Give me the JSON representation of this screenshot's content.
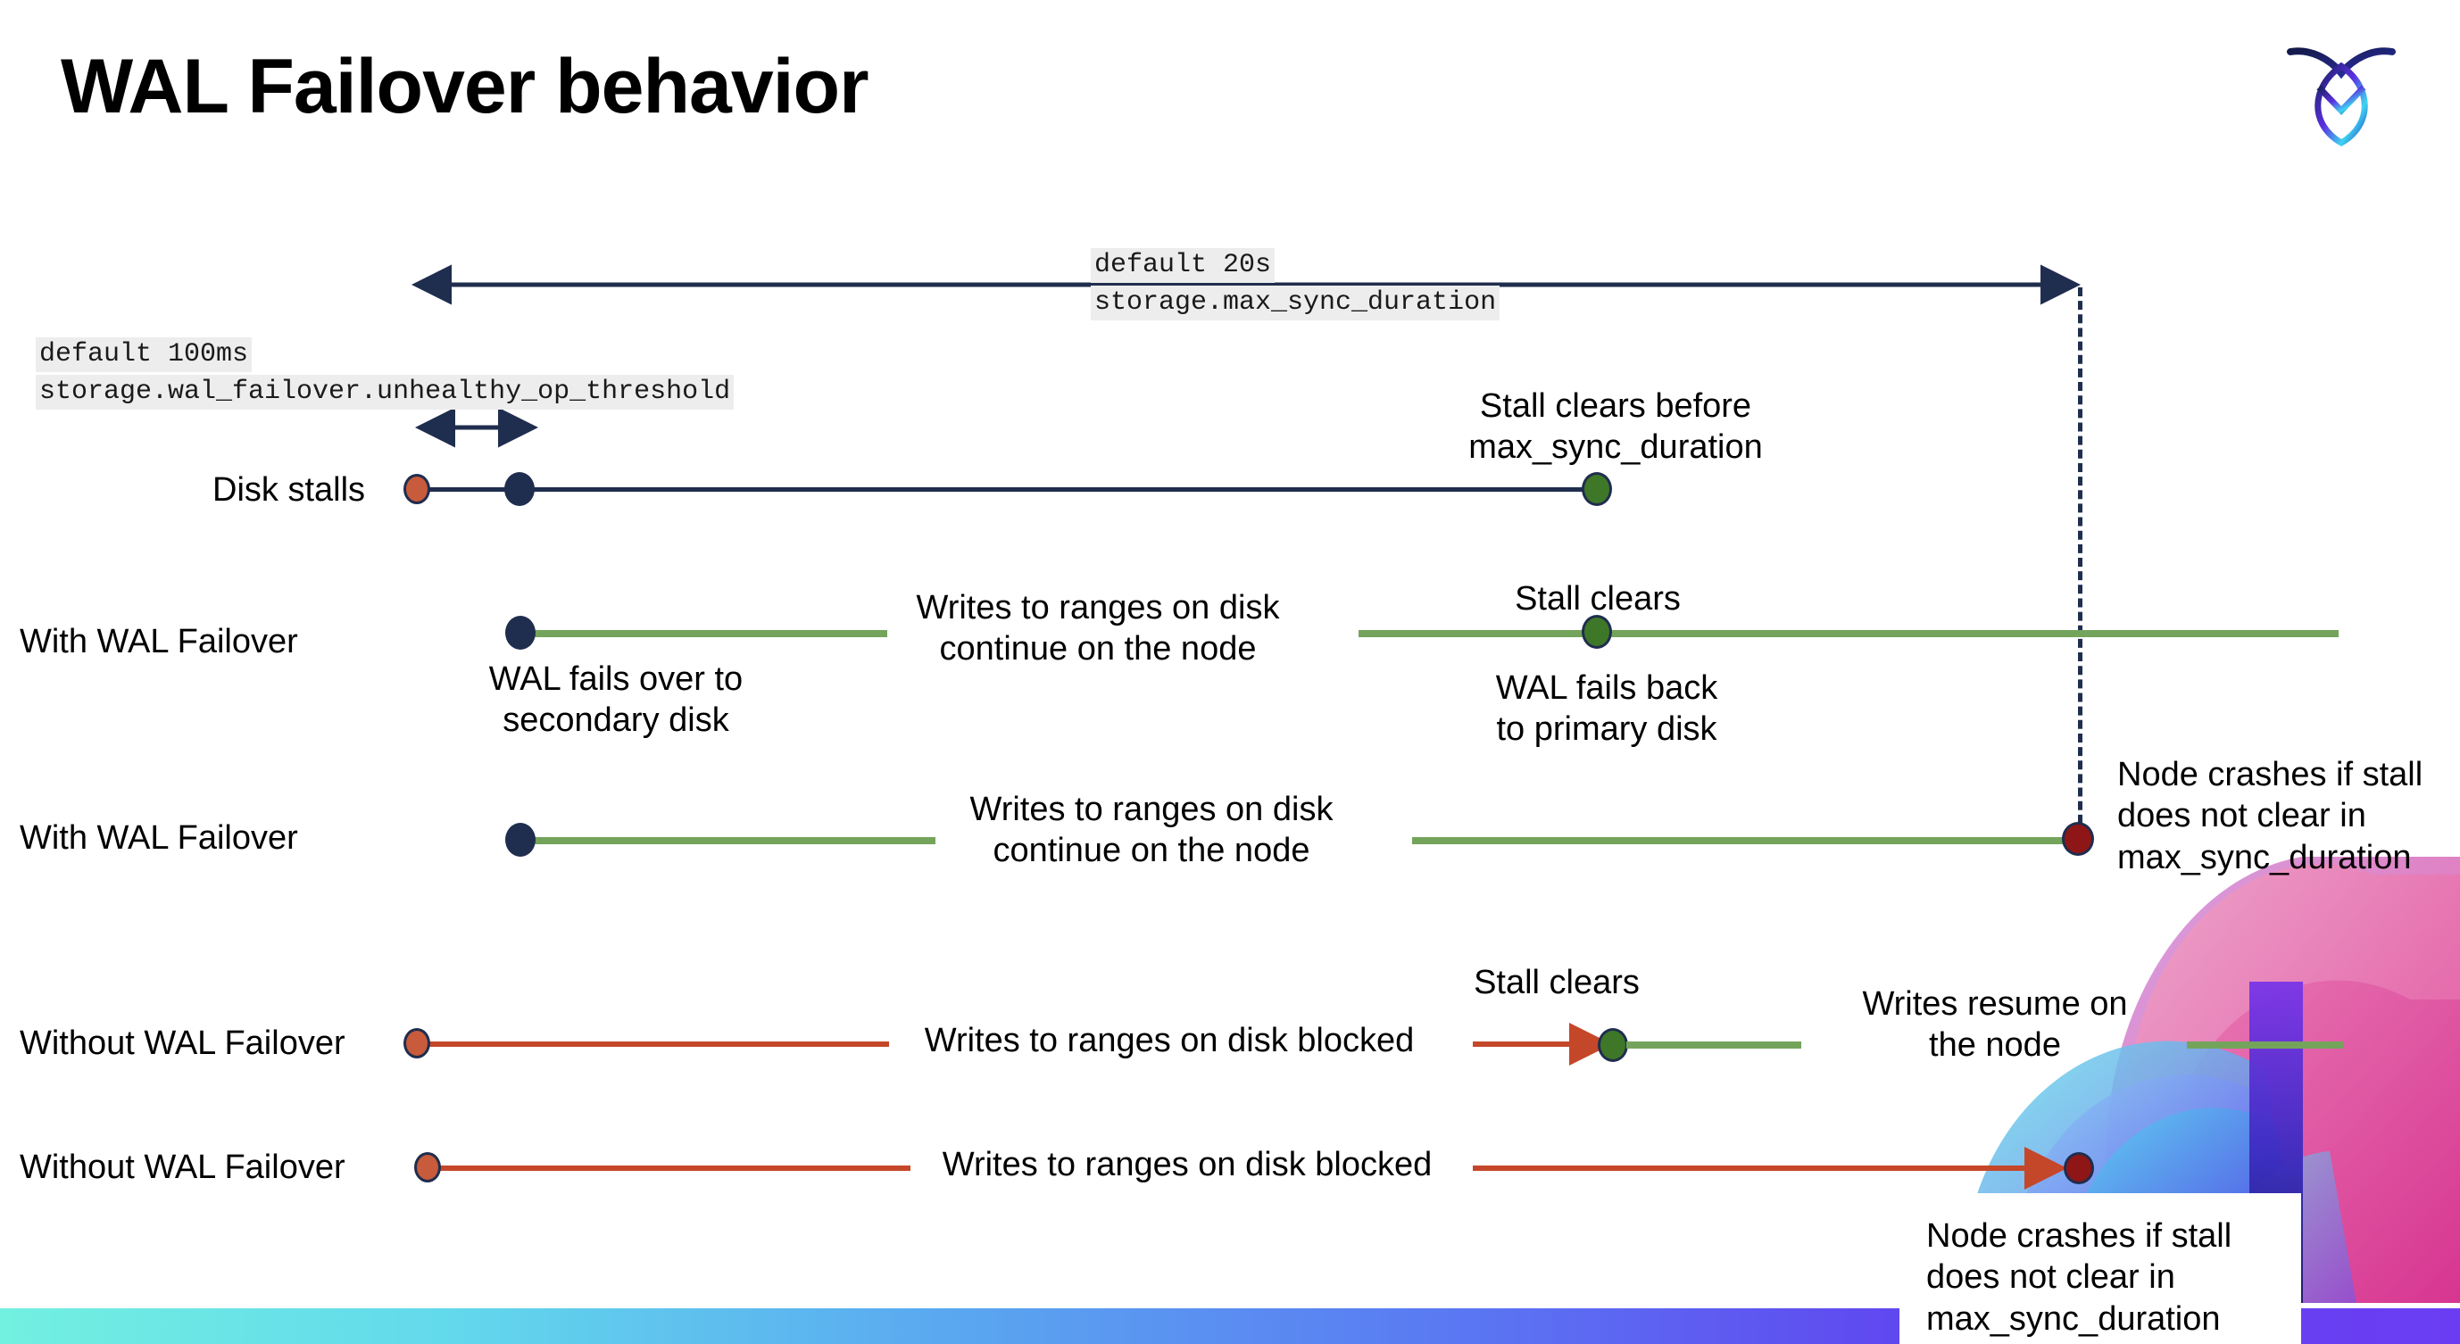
{
  "slide": {
    "title": "WAL Failover behavior",
    "logo_name": "cockroachdb-logo"
  },
  "config_labels": {
    "max_sync_duration": {
      "default": "default 20s",
      "setting": "storage.max_sync_duration"
    },
    "unhealthy_op_threshold": {
      "default": "default 100ms",
      "setting": "storage.wal_failover.unhealthy_op_threshold"
    }
  },
  "rows": [
    {
      "id": "disk-stalls",
      "label": "Disk stalls",
      "annotations": [
        "Stall clears before\nmax_sync_duration"
      ]
    },
    {
      "id": "with-wal-failover-1",
      "label": "With WAL Failover",
      "annotations": [
        "WAL fails over to\nsecondary disk",
        "Writes to ranges on disk\ncontinue on the node",
        "Stall clears",
        "WAL fails  back\nto primary disk"
      ]
    },
    {
      "id": "with-wal-failover-2",
      "label": "With WAL Failover",
      "annotations": [
        "Writes to ranges on disk\ncontinue on the node",
        "Node crashes if stall\ndoes not clear in\nmax_sync_duration"
      ]
    },
    {
      "id": "without-wal-failover-1",
      "label": "Without WAL Failover",
      "annotations": [
        "Writes to ranges on disk  blocked",
        "Stall clears",
        "Writes resume on\nthe node"
      ]
    },
    {
      "id": "without-wal-failover-2",
      "label": "Without WAL Failover",
      "annotations": [
        "Writes to ranges on disk  blocked",
        "Node crashes if stall\ndoes not clear in\nmax_sync_duration"
      ]
    }
  ],
  "colors": {
    "navy": "#1f2d4e",
    "green_line": "#74a45c",
    "red_line": "#c5472a",
    "dot_orange": "#c75b3b",
    "dot_green": "#3f7729",
    "dot_red": "#8f1616",
    "mono_bg": "#ededed",
    "strip_start": "#72f0e0",
    "strip_end": "#6b3df2"
  }
}
